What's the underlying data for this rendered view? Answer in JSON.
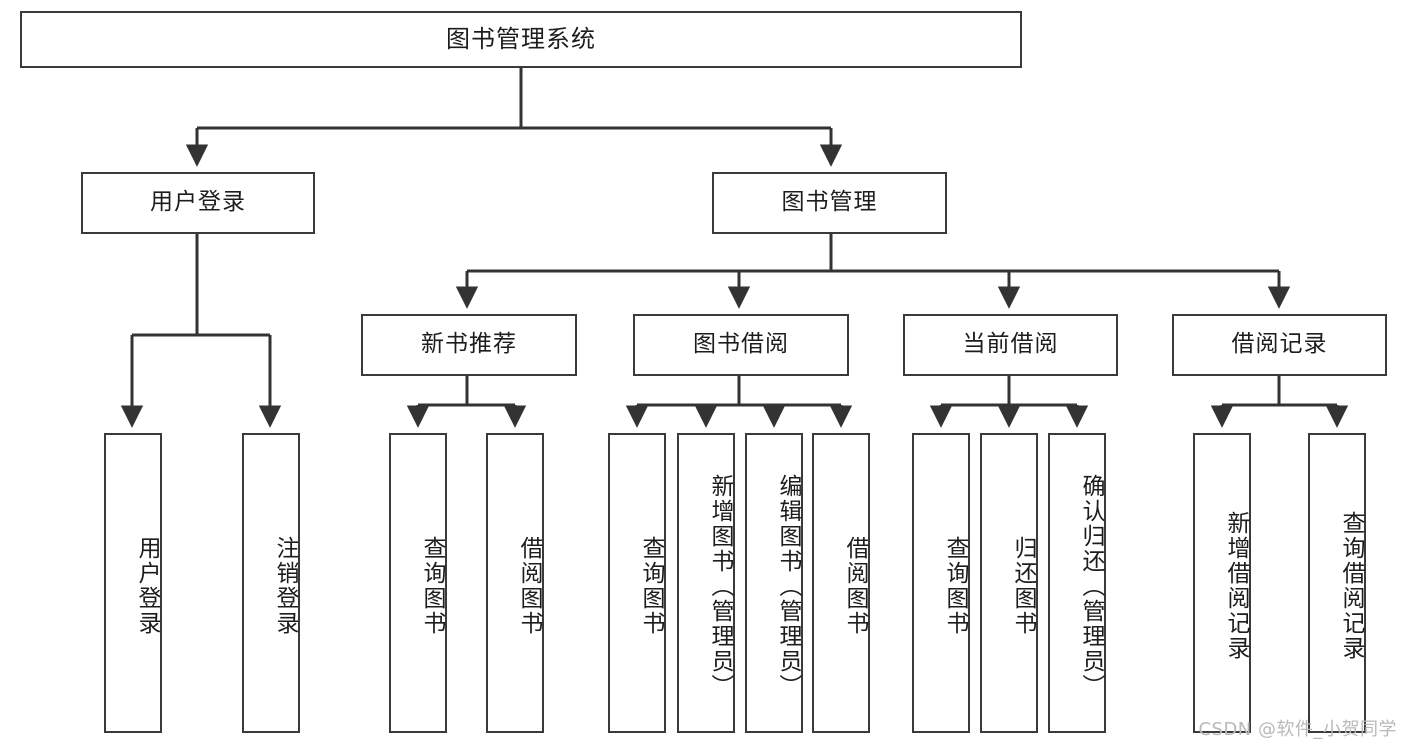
{
  "diagram": {
    "title": "图书管理系统",
    "type": "tree-hierarchy-diagram",
    "watermark": "CSDN @软件_小贺同学",
    "colors": {
      "box_border": "#3a3a3a",
      "box_fill": "#ffffff",
      "connector": "#333333",
      "text": "#1d1d1d",
      "watermark": "#b9b9b9"
    }
  },
  "root": {
    "label": "图书管理系统"
  },
  "level2": [
    {
      "label": "用户登录"
    },
    {
      "label": "图书管理"
    }
  ],
  "level3": [
    {
      "label": "新书推荐"
    },
    {
      "label": "图书借阅"
    },
    {
      "label": "当前借阅"
    },
    {
      "label": "借阅记录"
    }
  ],
  "leaves": {
    "user_login": [
      {
        "label": "用户登录"
      },
      {
        "label": "注销登录"
      }
    ],
    "new_book_recommend": [
      {
        "label": "查询图书"
      },
      {
        "label": "借阅图书"
      }
    ],
    "book_borrow": [
      {
        "label": "查询图书"
      },
      {
        "label": "新增图书（管理员）"
      },
      {
        "label": "编辑图书（管理员）"
      },
      {
        "label": "借阅图书"
      }
    ],
    "current_borrow": [
      {
        "label": "查询图书"
      },
      {
        "label": "归还图书"
      },
      {
        "label": "确认归还（管理员）"
      }
    ],
    "borrow_record": [
      {
        "label": "新增借阅记录"
      },
      {
        "label": "查询借阅记录"
      }
    ]
  }
}
